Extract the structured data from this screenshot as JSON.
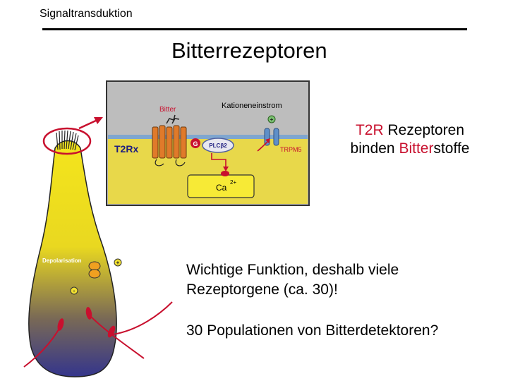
{
  "header": {
    "section": "Signaltransduktion",
    "title": "Bitterrezeptoren"
  },
  "diagram": {
    "labels": {
      "bitter": "Bitter",
      "cation_influx": "Kationeneinstrom",
      "receptor": "T2Rx",
      "g_protein": "G",
      "plc": "PLCβ2",
      "trpm5": "TRPM5",
      "calcium": "Ca",
      "calcium_charge": "2+",
      "depolarisation": "Depolarisation",
      "plus": "+",
      "minus": "-"
    },
    "colors": {
      "accent": "#c8102e",
      "membrane": "#7fa6cf",
      "cell_inside": "#e8d84a",
      "receptor": "#e07a2a",
      "cell_body": "#f2e21a",
      "cell_base": "#3b3a8f"
    }
  },
  "body_text": {
    "receptor_line1_red": "T2R",
    "receptor_line1_rest": " Rezeptoren",
    "receptor_line2_start": "binden ",
    "receptor_line2_red": "Bitter",
    "receptor_line2_end": "stoffe",
    "function_line1": "Wichtige Funktion, deshalb viele",
    "function_line2": "Rezeptorgene (ca. 30)!",
    "question": "30 Populationen von Bitterdetektoren?"
  }
}
